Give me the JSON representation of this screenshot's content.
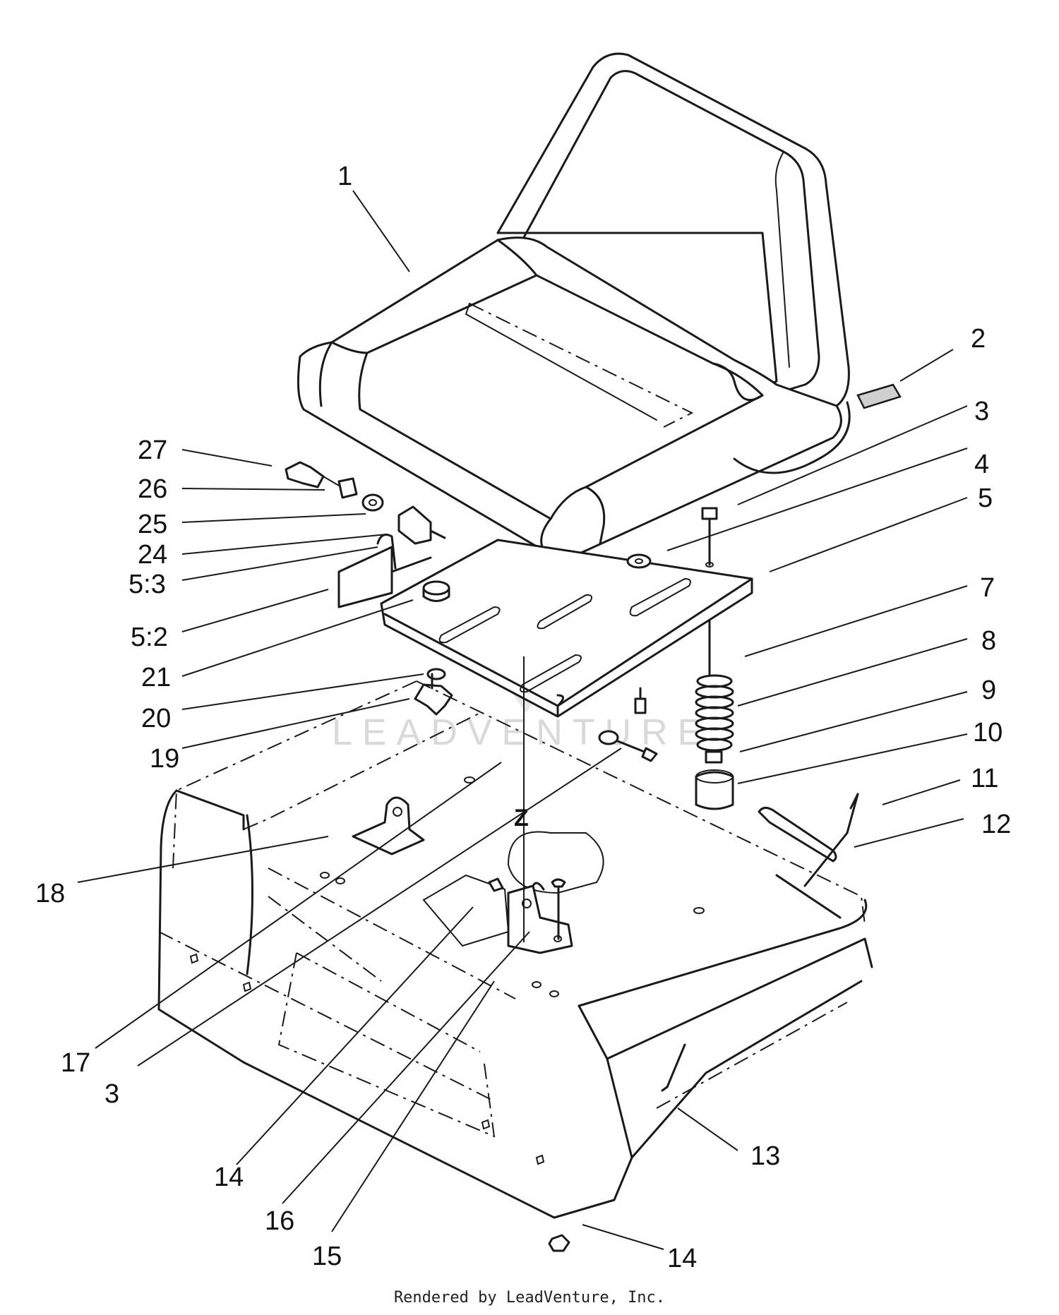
{
  "callouts": [
    {
      "id": "c1",
      "text": "1"
    },
    {
      "id": "c2",
      "text": "2"
    },
    {
      "id": "c3a",
      "text": "3"
    },
    {
      "id": "c4",
      "text": "4"
    },
    {
      "id": "c5",
      "text": "5"
    },
    {
      "id": "c7",
      "text": "7"
    },
    {
      "id": "c8",
      "text": "8"
    },
    {
      "id": "c9",
      "text": "9"
    },
    {
      "id": "c10",
      "text": "10"
    },
    {
      "id": "c11",
      "text": "11"
    },
    {
      "id": "c12",
      "text": "12"
    },
    {
      "id": "c13",
      "text": "13"
    },
    {
      "id": "c14b",
      "text": "14"
    },
    {
      "id": "c27",
      "text": "27"
    },
    {
      "id": "c26",
      "text": "26"
    },
    {
      "id": "c25",
      "text": "25"
    },
    {
      "id": "c24",
      "text": "24"
    },
    {
      "id": "c53",
      "text": "5:3"
    },
    {
      "id": "c52",
      "text": "5:2"
    },
    {
      "id": "c21",
      "text": "21"
    },
    {
      "id": "c20",
      "text": "20"
    },
    {
      "id": "c19",
      "text": "19"
    },
    {
      "id": "c18",
      "text": "18"
    },
    {
      "id": "c17",
      "text": "17"
    },
    {
      "id": "c3b",
      "text": "3"
    },
    {
      "id": "c14a",
      "text": "14"
    },
    {
      "id": "c16",
      "text": "16"
    },
    {
      "id": "c15",
      "text": "15"
    }
  ],
  "axis_marker": "Z",
  "watermark": "LEADVENTURE",
  "footer": "Rendered by LeadVenture, Inc."
}
